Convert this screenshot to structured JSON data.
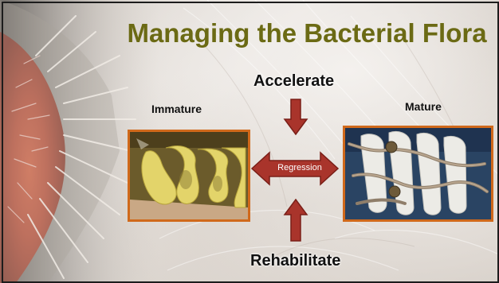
{
  "slide": {
    "title": "Managing the Bacterial Flora",
    "accelerate_label": "Accelerate",
    "rehabilitate_label": "Rehabilitate",
    "immature_label": "Immature",
    "mature_label": "Mature",
    "regression_label": "Regression"
  },
  "colors": {
    "title": "#6b6a14",
    "arrow_fill": "#a9342b",
    "arrow_stroke": "#7a1f18",
    "photo_border": "#d0691b",
    "label_text": "#111111"
  },
  "icons": {
    "down_arrow": "down-arrow-icon",
    "up_arrow": "up-arrow-icon",
    "double_arrow": "double-arrow-icon"
  }
}
